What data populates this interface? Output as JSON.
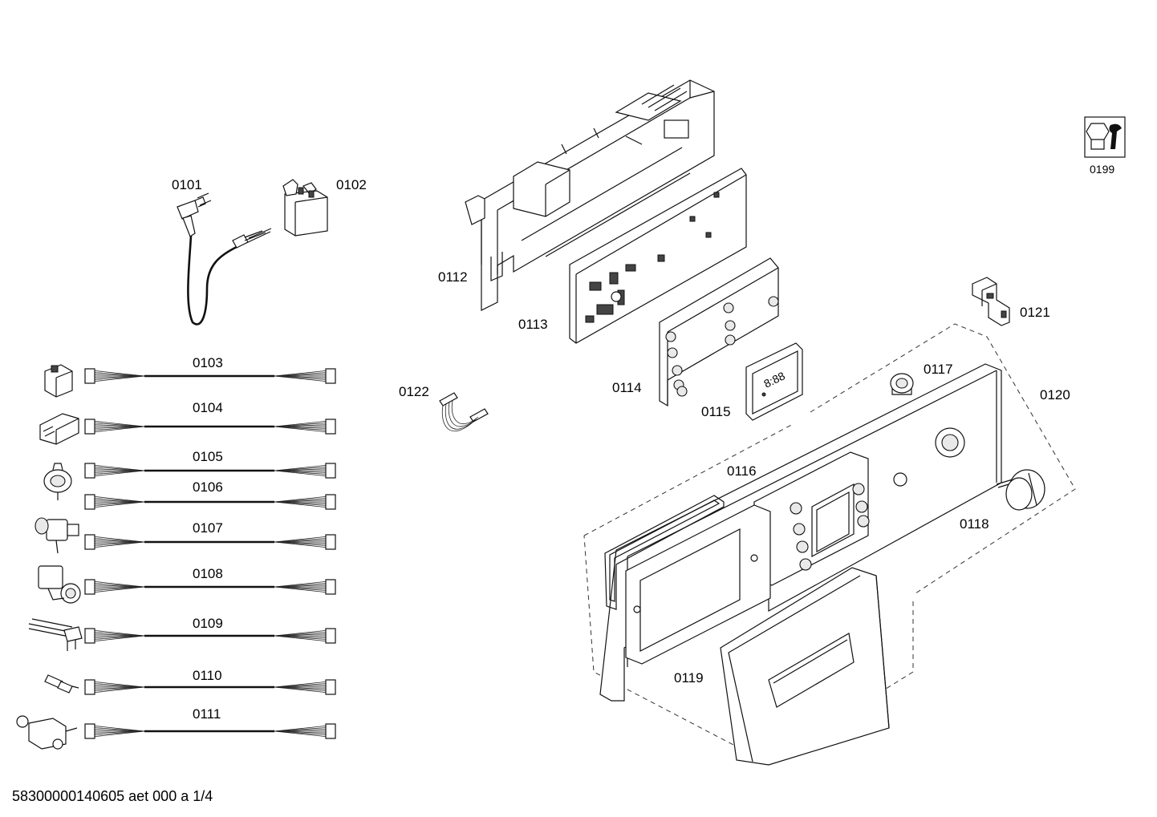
{
  "diagram": {
    "parts": [
      {
        "id": "0101"
      },
      {
        "id": "0102"
      },
      {
        "id": "0103"
      },
      {
        "id": "0104"
      },
      {
        "id": "0105"
      },
      {
        "id": "0106"
      },
      {
        "id": "0107"
      },
      {
        "id": "0108"
      },
      {
        "id": "0109"
      },
      {
        "id": "0110"
      },
      {
        "id": "0111"
      },
      {
        "id": "0112"
      },
      {
        "id": "0113"
      },
      {
        "id": "0114"
      },
      {
        "id": "0115"
      },
      {
        "id": "0116"
      },
      {
        "id": "0117"
      },
      {
        "id": "0118"
      },
      {
        "id": "0119"
      },
      {
        "id": "0120"
      },
      {
        "id": "0121"
      },
      {
        "id": "0122"
      },
      {
        "id": "0199"
      }
    ],
    "display_digits": "8:88",
    "footer": "58300000140605 aet 000 a 1/4"
  }
}
